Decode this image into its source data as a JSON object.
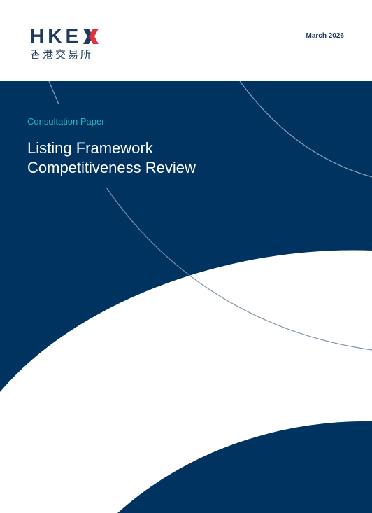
{
  "header": {
    "logo_letters": [
      "H",
      "K",
      "E"
    ],
    "logo_chinese": "香港交易所",
    "date": "March 2026"
  },
  "cover": {
    "subtitle": "Consultation Paper",
    "title_lines": [
      "Listing Framework",
      "Competitiveness Review"
    ]
  },
  "colors": {
    "navy": "#00335f",
    "logo_navy": "#1e3a5f",
    "logo_red": "#e0323c",
    "subtitle_teal": "#29b3c7",
    "title_white": "#ffffff",
    "arc_line": "#8aa3bd"
  }
}
